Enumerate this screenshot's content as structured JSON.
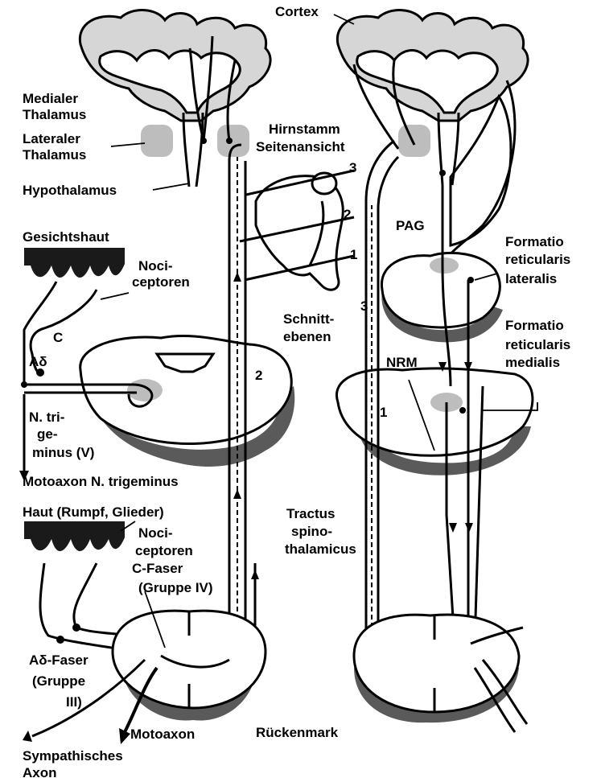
{
  "labels": {
    "cortex": "Cortex",
    "medialer_thalamus_1": "Medialer",
    "medialer_thalamus_2": "Thalamus",
    "lateraler_thalamus_1": "Lateraler",
    "lateraler_thalamus_2": "Thalamus",
    "hypothalamus": "Hypothalamus",
    "hirnstamm_1": "Hirnstamm",
    "hirnstamm_2": "Seitenansicht",
    "section_3": "3",
    "section_2": "2",
    "section_1": "1",
    "schnittebenen_1": "Schnitt-",
    "schnittebenen_2": "ebenen",
    "gesichtshaut": "Gesichtshaut",
    "nociceptoren_top_1": "Noci-",
    "nociceptoren_top_2": "ceptoren",
    "c": "C",
    "a_delta": "Aδ",
    "n_trigeminus_1": "N. tri-",
    "n_trigeminus_2": "ge-",
    "n_trigeminus_3": "minus (V)",
    "motoaxon_trigeminus": "Motoaxon N. trigeminus",
    "level_2_left": "2",
    "haut": "Haut (Rumpf, Glieder)",
    "nociceptoren_bottom_1": "Noci-",
    "nociceptoren_bottom_2": "ceptoren",
    "c_faser_1": "C-Faser",
    "c_faser_2": "(Gruppe IV)",
    "a_delta_faser_1": "Aδ-Faser",
    "a_delta_faser_2": "(Gruppe",
    "a_delta_faser_3": "III)",
    "tractus_1": "Tractus",
    "tractus_2": "spino-",
    "tractus_3": "thalamicus",
    "motoaxon": "Motoaxon",
    "rueckenmark": "Rückenmark",
    "sympathisches_1": "Sympathisches",
    "sympathisches_2": "Axon",
    "pag": "PAG",
    "formatio_lateralis_1": "Formatio",
    "formatio_lateralis_2": "reticularis",
    "formatio_lateralis_3": "lateralis",
    "level_3_right": "3",
    "formatio_medialis_1": "Formatio",
    "formatio_medialis_2": "reticularis",
    "formatio_medialis_3": "medialis",
    "nrm": "NRM",
    "level_1_right": "1"
  }
}
